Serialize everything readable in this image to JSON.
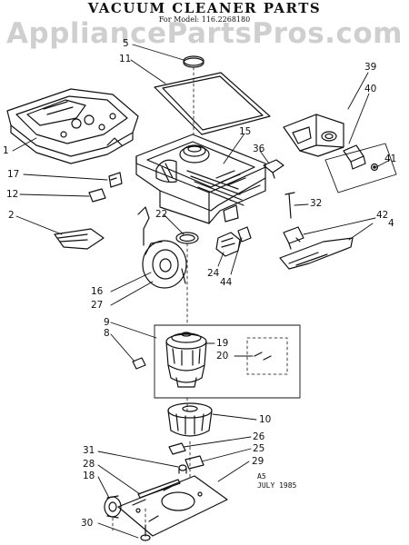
{
  "title": "VACUUM CLEANER PARTS",
  "subtitle": "For Model: 116.2268180",
  "watermark": "AppliancePartsPros.com",
  "footer": {
    "code": "A5",
    "date": "JULY 1985"
  },
  "callouts": {
    "c1": "1",
    "c2": "2",
    "c4": "4",
    "c5": "5",
    "c8": "8",
    "c9": "9",
    "c10": "10",
    "c11": "11",
    "c12": "12",
    "c15": "15",
    "c16": "16",
    "c17": "17",
    "c18": "18",
    "c19": "19",
    "c20": "20",
    "c22": "22",
    "c24": "24",
    "c25": "25",
    "c26": "26",
    "c27": "27",
    "c28": "28",
    "c29": "29",
    "c30": "30",
    "c31": "31",
    "c32": "32",
    "c36": "36",
    "c39": "39",
    "c40": "40",
    "c41": "41",
    "c42": "42",
    "c44": "44"
  }
}
